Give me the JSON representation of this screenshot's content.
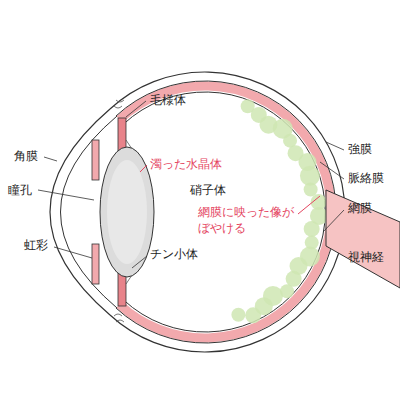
{
  "diagram": {
    "labels": [
      "毛様体",
      "強膜",
      "角膜",
      "脈絡膜",
      "濁った水晶体",
      "瞳孔",
      "硝子体",
      "網膜",
      "網膜に映った像がぼやける",
      "虹彩",
      "チン小体",
      "視神経"
    ]
  }
}
